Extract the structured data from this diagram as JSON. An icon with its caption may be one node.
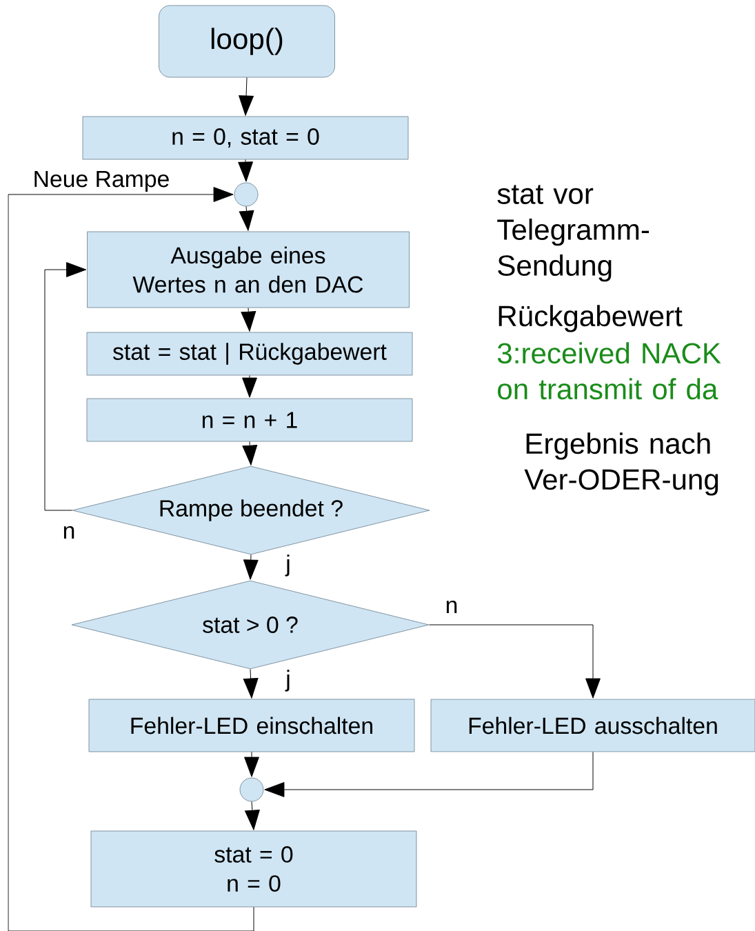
{
  "diagram": {
    "nodes": [
      {
        "text": [
          "loop()"
        ]
      },
      {
        "text": [
          "n = 0, stat = 0"
        ]
      },
      {
        "text": [],
        "shape": "circle"
      },
      {
        "text": [
          "Ausgabe eines Wertes n an den DAC"
        ]
      },
      {
        "text": [
          "stat = stat | Rückgabewert"
        ]
      },
      {
        "text": [
          "n = n + 1"
        ]
      },
      {
        "text": [
          "Rampe beendet ?"
        ]
      },
      {
        "text": [
          "stat > 0 ?"
        ]
      },
      {
        "text": [
          "Fehler-LED einschalten"
        ]
      },
      {
        "text": [
          "Fehler-LED ausschalten"
        ]
      },
      {
        "text": [],
        "shape": "circle"
      },
      {
        "text": [
          "stat = 0",
          "n = 0"
        ]
      }
    ],
    "edges": [
      {
        "from": 0,
        "to": 1,
        "arrow": "to"
      },
      {
        "from": 1,
        "to": 2,
        "arrow": "to"
      },
      {
        "from": 2,
        "to": 3,
        "arrow": "to"
      },
      {
        "from": 3,
        "to": 4,
        "arrow": "to"
      },
      {
        "from": 4,
        "to": 5,
        "arrow": "to"
      },
      {
        "from": 5,
        "to": 6,
        "arrow": "to"
      },
      {
        "from": 6,
        "to": 3,
        "arrow": "to",
        "label": "n"
      },
      {
        "from": 6,
        "to": 7,
        "arrow": "to",
        "label": "j"
      },
      {
        "from": 7,
        "to": 8,
        "arrow": "to",
        "label": "j"
      },
      {
        "from": 7,
        "to": 9,
        "arrow": "to",
        "label": "n"
      },
      {
        "from": 8,
        "to": 10,
        "arrow": "to"
      },
      {
        "from": 9,
        "to": 10,
        "arrow": "to"
      },
      {
        "from": 10,
        "to": 11,
        "arrow": "to"
      },
      {
        "from": 11,
        "to": 2,
        "arrow": "to",
        "label": "Neue Rampe"
      }
    ],
    "labels": [
      "stat vor Telegramm-Sendung",
      "Rückgabewert",
      "3:received NACK on transmit of da",
      "Ergebnis nach Ver-ODER-ung"
    ]
  }
}
